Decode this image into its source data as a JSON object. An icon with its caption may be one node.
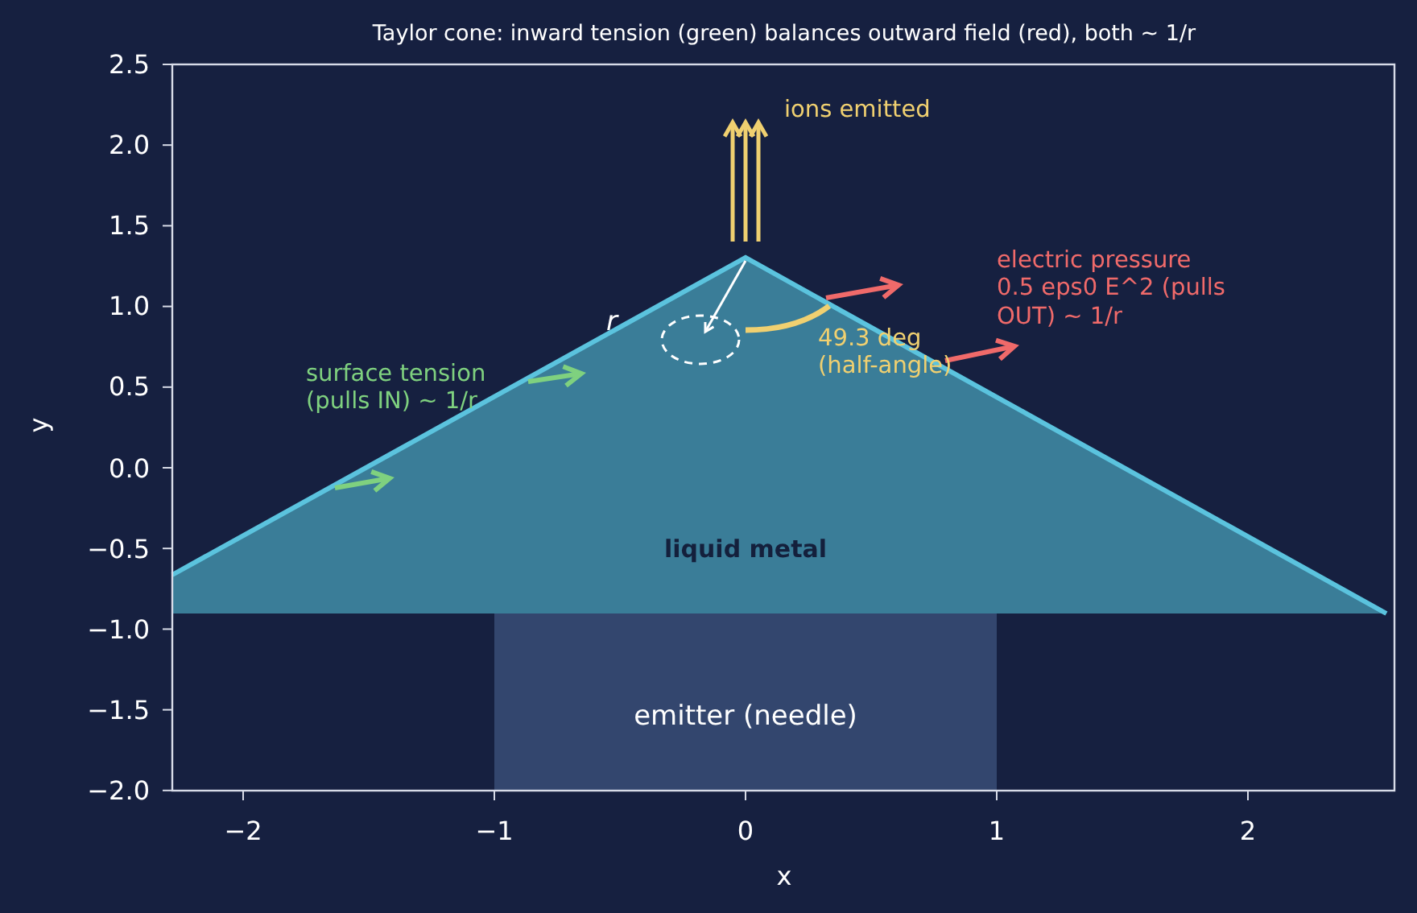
{
  "diagram": {
    "title": "Taylor cone: inward tension (green) balances outward field (red), both ~ 1/r",
    "nodes": [
      {
        "text": [
          "liquid metal"
        ]
      },
      {
        "text": [
          "emitter (needle)"
        ]
      }
    ],
    "edges": [],
    "labels": [
      "2.5",
      "2.0",
      "1.5",
      "1.0",
      "0.5",
      "0.0",
      "−0.5",
      "−1.0",
      "−1.5",
      "−2.0",
      "−2",
      "−1",
      "0",
      "1",
      "2",
      "x",
      "y",
      "ions emitted",
      "r",
      "49.3 deg (half-angle)",
      "surface tension (pulls IN) ~ 1/r",
      "electric pressure 0.5 eps0 E^2 (pulls OUT) ~ 1/r"
    ]
  }
}
